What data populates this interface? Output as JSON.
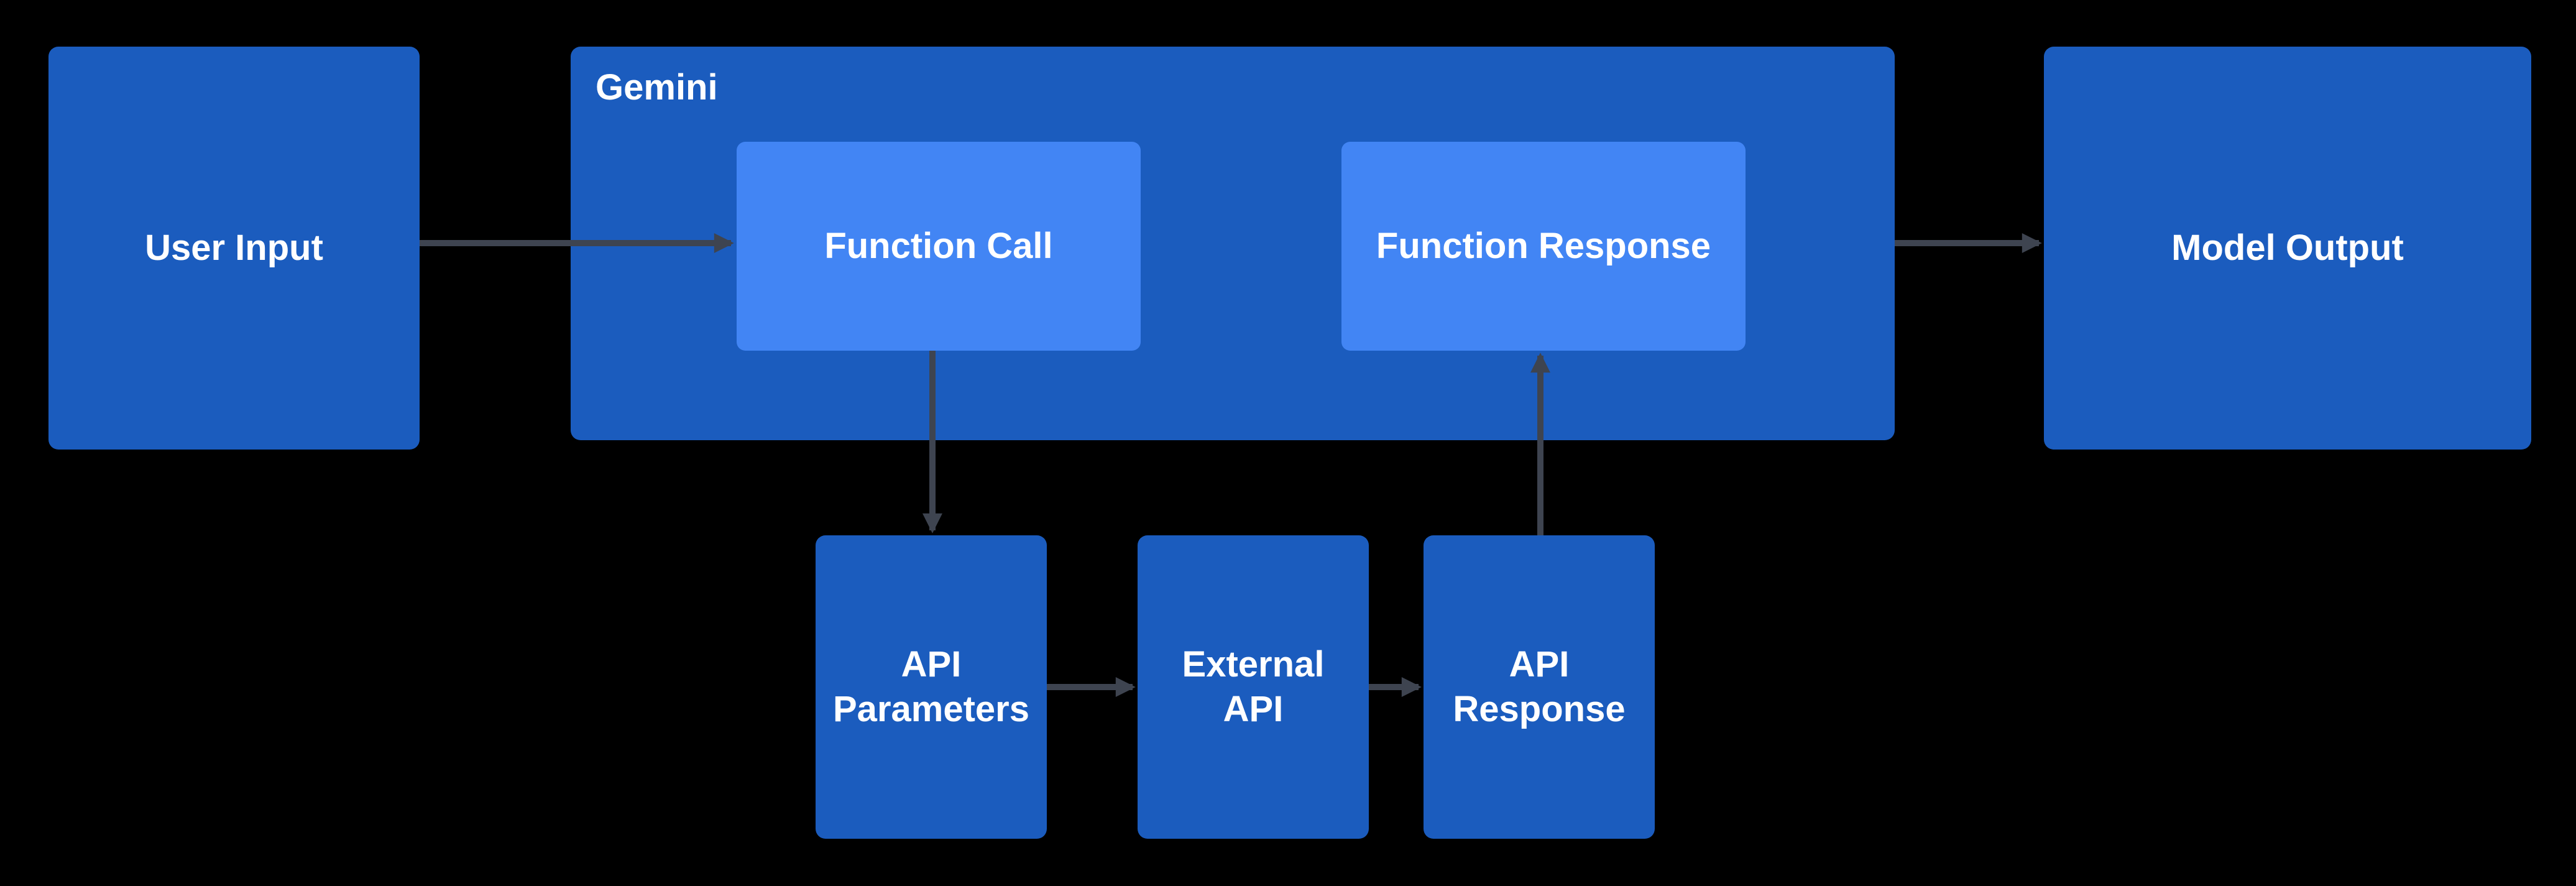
{
  "colors": {
    "background": "#000000",
    "box-blue": "#1b5cbe",
    "box-light-blue": "#4285f4",
    "arrow": "#3e4450",
    "text": "#ffffff"
  },
  "diagram": {
    "nodes": {
      "user_input": {
        "label": "User Input"
      },
      "gemini": {
        "label": "Gemini"
      },
      "function_call": {
        "label": "Function Call"
      },
      "function_response": {
        "label": "Function Response"
      },
      "model_output": {
        "label": "Model Output"
      },
      "api_parameters": {
        "label": "API Parameters"
      },
      "external_api": {
        "label": "External API"
      },
      "api_response": {
        "label": "API Response"
      }
    }
  }
}
